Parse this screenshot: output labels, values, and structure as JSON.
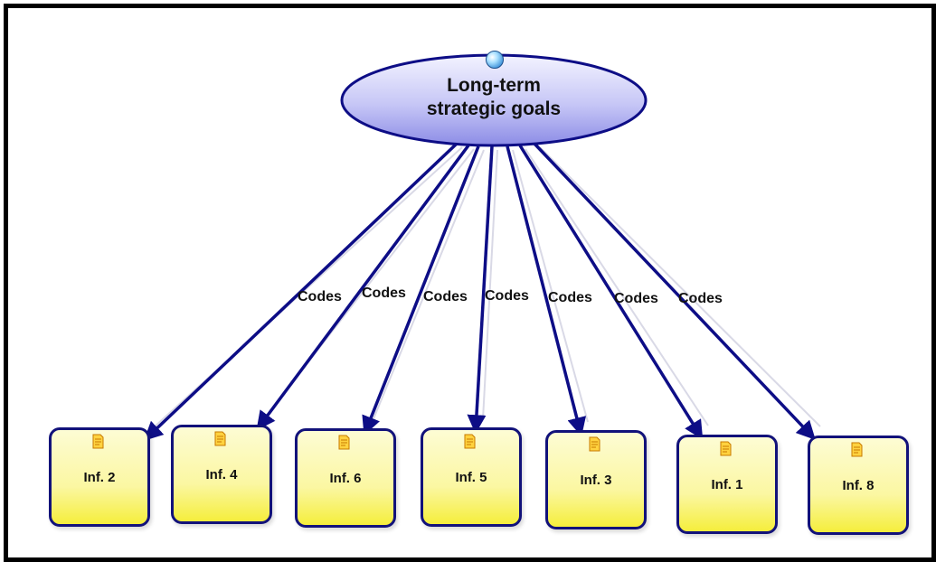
{
  "diagram": {
    "root": {
      "title_lines": [
        "Long-term",
        "strategic goals"
      ]
    },
    "edge_label": "Codes",
    "edge_labels": [
      "Codes",
      "Codes",
      "Codes",
      "Codes",
      "Codes",
      "Codes",
      "Codes"
    ],
    "nodes": [
      {
        "label": "Inf. 2"
      },
      {
        "label": "Inf. 4"
      },
      {
        "label": "Inf. 6"
      },
      {
        "label": "Inf. 5"
      },
      {
        "label": "Inf. 3"
      },
      {
        "label": "Inf. 1"
      },
      {
        "label": "Inf. 8"
      }
    ],
    "colors": {
      "edge": "#0d0d86",
      "root_fill_top": "#e6e6ff",
      "root_fill_bottom": "#8f8fe8",
      "node_border": "#12127a",
      "node_fill": "#fbf7a2",
      "icon": "#f0b400"
    },
    "icons": {
      "root": "orb-icon",
      "node": "document-icon"
    }
  }
}
